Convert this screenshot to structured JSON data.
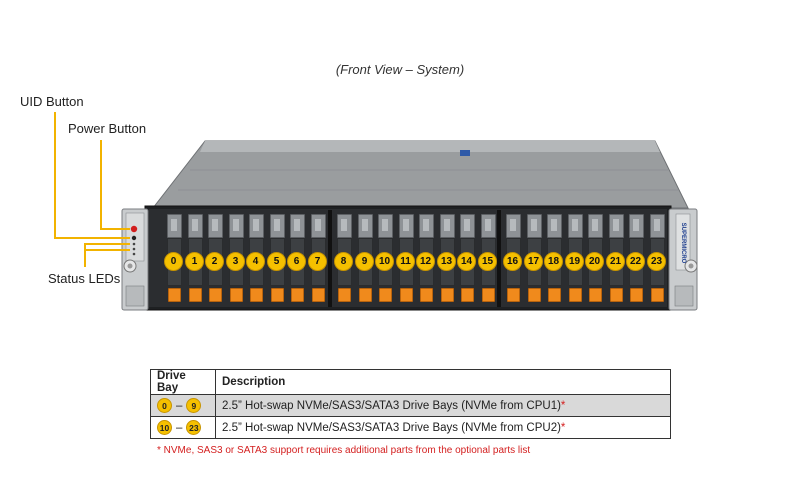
{
  "title": "(Front View – System)",
  "callouts": {
    "uid_button": "UID Button",
    "power_button": "Power Button",
    "status_leds": "Status LEDs"
  },
  "brand_mark": "SUPERMICRO",
  "drive_bays": [
    "0",
    "1",
    "2",
    "3",
    "4",
    "5",
    "6",
    "7",
    "8",
    "9",
    "10",
    "11",
    "12",
    "13",
    "14",
    "15",
    "16",
    "17",
    "18",
    "19",
    "20",
    "21",
    "22",
    "23"
  ],
  "table": {
    "headers": [
      "Drive Bay",
      "Description"
    ],
    "rows": [
      {
        "from": "0",
        "dash": "–",
        "to": "9",
        "description": "2.5” Hot-swap NVMe/SAS3/SATA3 Drive Bays (NVMe from CPU1)",
        "mark": "*"
      },
      {
        "from": "10",
        "dash": "–",
        "to": "23",
        "description": "2.5” Hot-swap NVMe/SAS3/SATA3 Drive Bays (NVMe from CPU2)",
        "mark": "*"
      }
    ]
  },
  "footnote": "* NVMe, SAS3 or SATA3 support requires additional parts from the optional parts list",
  "colors": {
    "callout": "#f2b300",
    "badge": "#f5c000",
    "latch": "#f08a1c",
    "footnote": "#d42020",
    "shaded_row": "#d9d9d9"
  }
}
